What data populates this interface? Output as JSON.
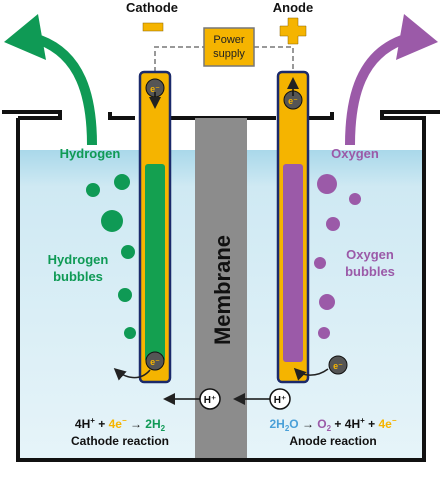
{
  "labels": {
    "cathode": "Cathode",
    "anode": "Anode",
    "power_supply_line1": "Power",
    "power_supply_line2": "supply",
    "hydrogen": "Hydrogen",
    "oxygen": "Oxygen",
    "hydrogen_bubbles_line1": "Hydrogen",
    "hydrogen_bubbles_line2": "bubbles",
    "oxygen_bubbles_line1": "Oxygen",
    "oxygen_bubbles_line2": "bubbles",
    "membrane": "Membrane",
    "electron": "e⁻",
    "proton": "H⁺"
  },
  "reactions": {
    "cathode": {
      "r1": "4H",
      "r1_sup": "+",
      "plus": " + ",
      "r2": "4e",
      "r2_sup": "−",
      "arrow": " → ",
      "product": "2H",
      "product_sub": "2",
      "caption": "Cathode reaction"
    },
    "anode": {
      "r1": "2H",
      "r1_sub": "2",
      "r1_tail": "O",
      "arrow": " → ",
      "p1": "O",
      "p1_sub": "2",
      "plus1": " + ",
      "p2": "4H",
      "p2_sup": "+",
      "plus2": " + ",
      "p3": "4e",
      "p3_sup": "−",
      "caption": "Anode reaction"
    }
  },
  "colors": {
    "hydrogen": "#0f9a55",
    "oxygen": "#9b5aa8",
    "electrode": "#f5b400",
    "electrode_border": "#1b2a6b",
    "water_top": "#b9e0ee",
    "water_bottom": "#e4f3f9",
    "membrane": "#8c8c8c",
    "electron_label": "#f5b400"
  },
  "icons": {
    "minus": "minus-sign-icon",
    "plus": "plus-sign-icon"
  }
}
